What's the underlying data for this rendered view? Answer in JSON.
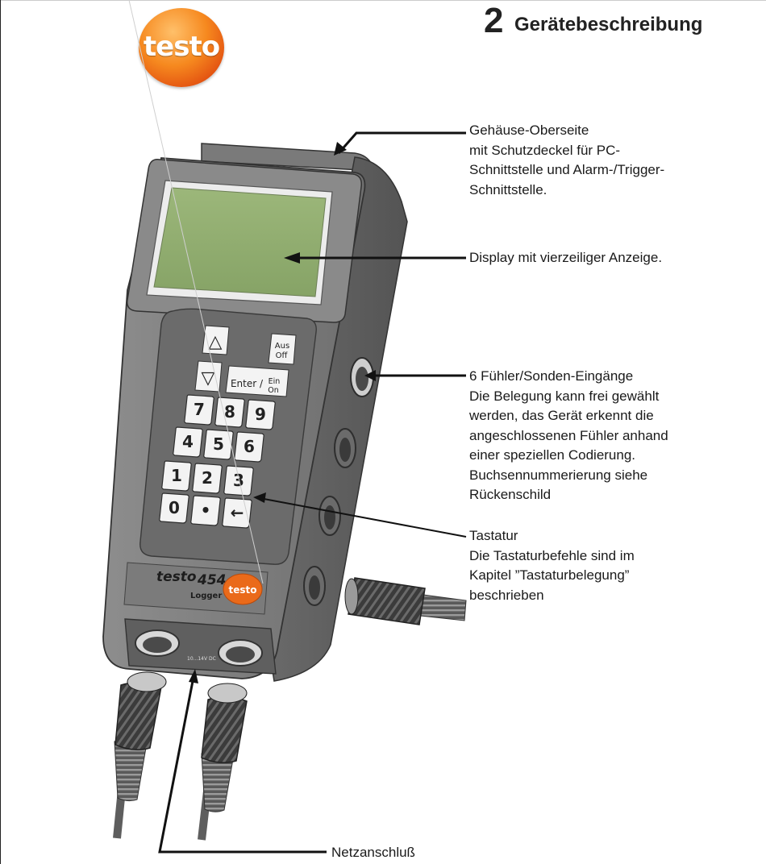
{
  "logo": {
    "text": "testo"
  },
  "chapter": {
    "number": "2",
    "title": "Gerätebeschreibung"
  },
  "device": {
    "brand": "testo",
    "model": "454",
    "subtitle": "Logger",
    "keys": {
      "up": "△",
      "down": "▽",
      "aus": "Aus",
      "off": "Off",
      "enter": "Enter /",
      "ein": "Ein",
      "on": "On",
      "digits": [
        "7",
        "8",
        "9",
        "4",
        "5",
        "6",
        "1",
        "2",
        "3",
        "0"
      ],
      "dot": "•",
      "back": "←"
    },
    "power_label": "10...14V DC"
  },
  "callouts": {
    "top_side": [
      "Gehäuse-Oberseite",
      "mit Schutzdeckel für PC-",
      "Schnittstelle und Alarm-/Trigger-",
      "Schnittstelle."
    ],
    "display": [
      "Display mit vierzeiliger Anzeige."
    ],
    "probes": [
      "6 Fühler/Sonden-Eingänge",
      "Die Belegung kann frei gewählt",
      "werden, das Gerät erkennt die",
      "angeschlossenen Fühler anhand",
      "einer speziellen Codierung.",
      "Buchsennummerierung siehe",
      "Rückenschild"
    ],
    "keypad": [
      "Tastatur",
      "Die Tastaturbefehle sind im",
      "Kapitel ”Tastaturbelegung”",
      "beschrieben"
    ],
    "power": "Netzanschluß"
  }
}
